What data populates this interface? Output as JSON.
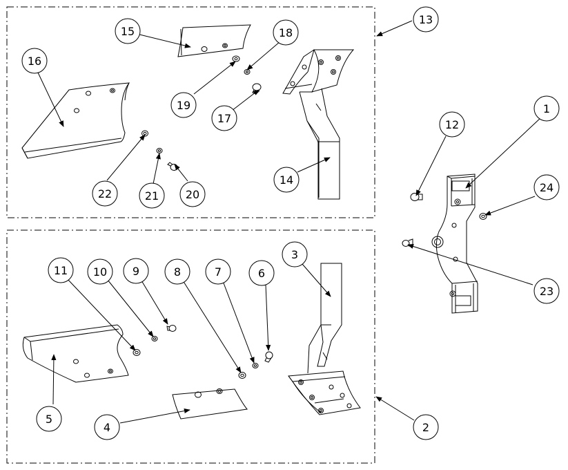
{
  "diagram": {
    "type": "exploded-parts-diagram",
    "callouts": {
      "c1": "1",
      "c2": "2",
      "c3": "3",
      "c4": "4",
      "c5": "5",
      "c6": "6",
      "c7": "7",
      "c8": "8",
      "c9": "9",
      "c10": "10",
      "c11": "11",
      "c12": "12",
      "c13": "13",
      "c14": "14",
      "c15": "15",
      "c16": "16",
      "c17": "17",
      "c18": "18",
      "c19": "19",
      "c20": "20",
      "c21": "21",
      "c22": "22",
      "c23": "23",
      "c24": "24"
    },
    "line_color": "#000000",
    "background": "#ffffff"
  }
}
